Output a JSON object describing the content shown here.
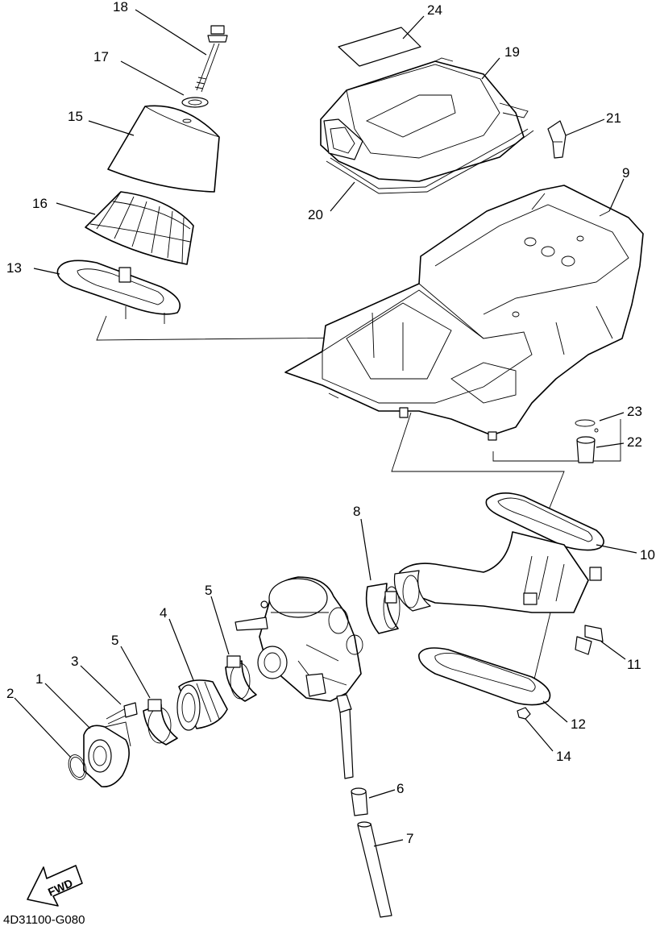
{
  "diagram": {
    "code": "4D31100-G080",
    "fwd_label": "FWD",
    "callouts": {
      "c1": "1",
      "c2": "2",
      "c3": "3",
      "c4": "4",
      "c5a": "5",
      "c5b": "5",
      "c6": "6",
      "c7": "7",
      "c8": "8",
      "c9": "9",
      "c10": "10",
      "c11": "11",
      "c12": "12",
      "c13": "13",
      "c14": "14",
      "c15": "15",
      "c16": "16",
      "c17": "17",
      "c18": "18",
      "c19": "19",
      "c20": "20",
      "c21": "21",
      "c22": "22",
      "c23": "23",
      "c24": "24"
    }
  }
}
